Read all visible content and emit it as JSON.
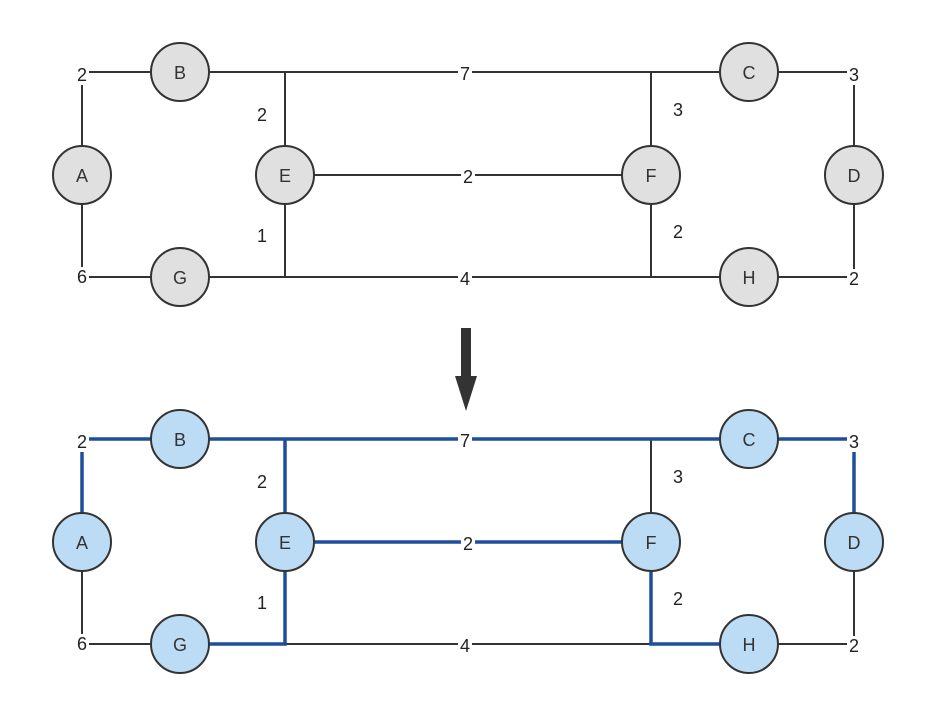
{
  "colors": {
    "edge_default": "#333333",
    "edge_highlight": "#1f4e9c",
    "node_fill_original": "#e0e0e0",
    "node_fill_result": "#bcdcf5",
    "node_stroke": "#333333",
    "arrow": "#333333",
    "text": "#333333"
  },
  "arrow": {
    "icon": "down-arrow-icon"
  },
  "graphs": [
    {
      "id": "original",
      "nodes": [
        {
          "id": "A",
          "label": "A"
        },
        {
          "id": "B",
          "label": "B"
        },
        {
          "id": "C",
          "label": "C"
        },
        {
          "id": "D",
          "label": "D"
        },
        {
          "id": "E",
          "label": "E"
        },
        {
          "id": "F",
          "label": "F"
        },
        {
          "id": "G",
          "label": "G"
        },
        {
          "id": "H",
          "label": "H"
        }
      ],
      "edges": [
        {
          "id": "A-B",
          "weight": "2",
          "highlighted": false
        },
        {
          "id": "A-G",
          "weight": "6",
          "highlighted": false
        },
        {
          "id": "B-C",
          "weight": "7",
          "highlighted": false
        },
        {
          "id": "B-E",
          "weight": "2",
          "highlighted": false
        },
        {
          "id": "E-F",
          "weight": "2",
          "highlighted": false
        },
        {
          "id": "E-G",
          "weight": "1",
          "highlighted": false
        },
        {
          "id": "C-F",
          "weight": "3",
          "highlighted": false
        },
        {
          "id": "F-H",
          "weight": "2",
          "highlighted": false
        },
        {
          "id": "G-H",
          "weight": "4",
          "highlighted": false
        },
        {
          "id": "C-D",
          "weight": "3",
          "highlighted": false
        },
        {
          "id": "D-H",
          "weight": "2",
          "highlighted": false
        }
      ]
    },
    {
      "id": "result",
      "nodes": [
        {
          "id": "A",
          "label": "A"
        },
        {
          "id": "B",
          "label": "B"
        },
        {
          "id": "C",
          "label": "C"
        },
        {
          "id": "D",
          "label": "D"
        },
        {
          "id": "E",
          "label": "E"
        },
        {
          "id": "F",
          "label": "F"
        },
        {
          "id": "G",
          "label": "G"
        },
        {
          "id": "H",
          "label": "H"
        }
      ],
      "edges": [
        {
          "id": "A-B",
          "weight": "2",
          "highlighted": true
        },
        {
          "id": "A-G",
          "weight": "6",
          "highlighted": false
        },
        {
          "id": "B-C",
          "weight": "7",
          "highlighted": true
        },
        {
          "id": "B-E",
          "weight": "2",
          "highlighted": true
        },
        {
          "id": "E-F",
          "weight": "2",
          "highlighted": true
        },
        {
          "id": "E-G",
          "weight": "1",
          "highlighted": true
        },
        {
          "id": "C-F",
          "weight": "3",
          "highlighted": false
        },
        {
          "id": "F-H",
          "weight": "2",
          "highlighted": true
        },
        {
          "id": "G-H",
          "weight": "4",
          "highlighted": false
        },
        {
          "id": "C-D",
          "weight": "3",
          "highlighted": true
        },
        {
          "id": "D-H",
          "weight": "2",
          "highlighted": false
        }
      ]
    }
  ]
}
